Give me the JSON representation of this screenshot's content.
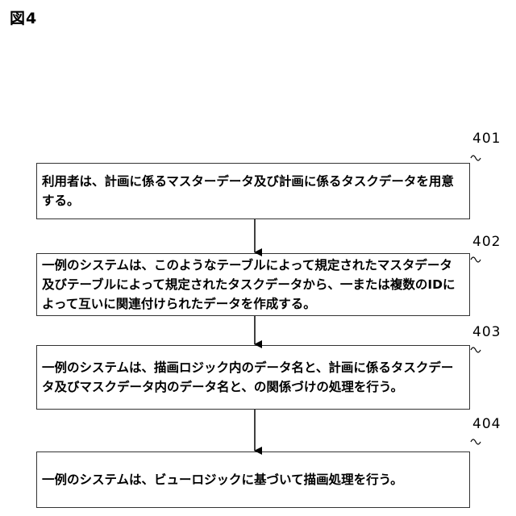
{
  "figure": {
    "title": "図4"
  },
  "steps": [
    {
      "number": "401",
      "text": "利用者は、計画に係るマスターデータ及び計画に係るタスクデータを用意する。"
    },
    {
      "number": "402",
      "text": "一例のシステムは、このようなテーブルによって規定されたマスタデータ及びテーブルによって規定されたタスクデータから、一または複数のIDによって互いに関連付けられたデータを作成する。"
    },
    {
      "number": "403",
      "text": "一例のシステムは、描画ロジック内のデータ名と、計画に係るタスクデータ及びマスクデータ内のデータ名と、の関係づけの処理を行う。"
    },
    {
      "number": "404",
      "text": "一例のシステムは、ビューロジックに基づいて描画処理を行う。"
    }
  ]
}
